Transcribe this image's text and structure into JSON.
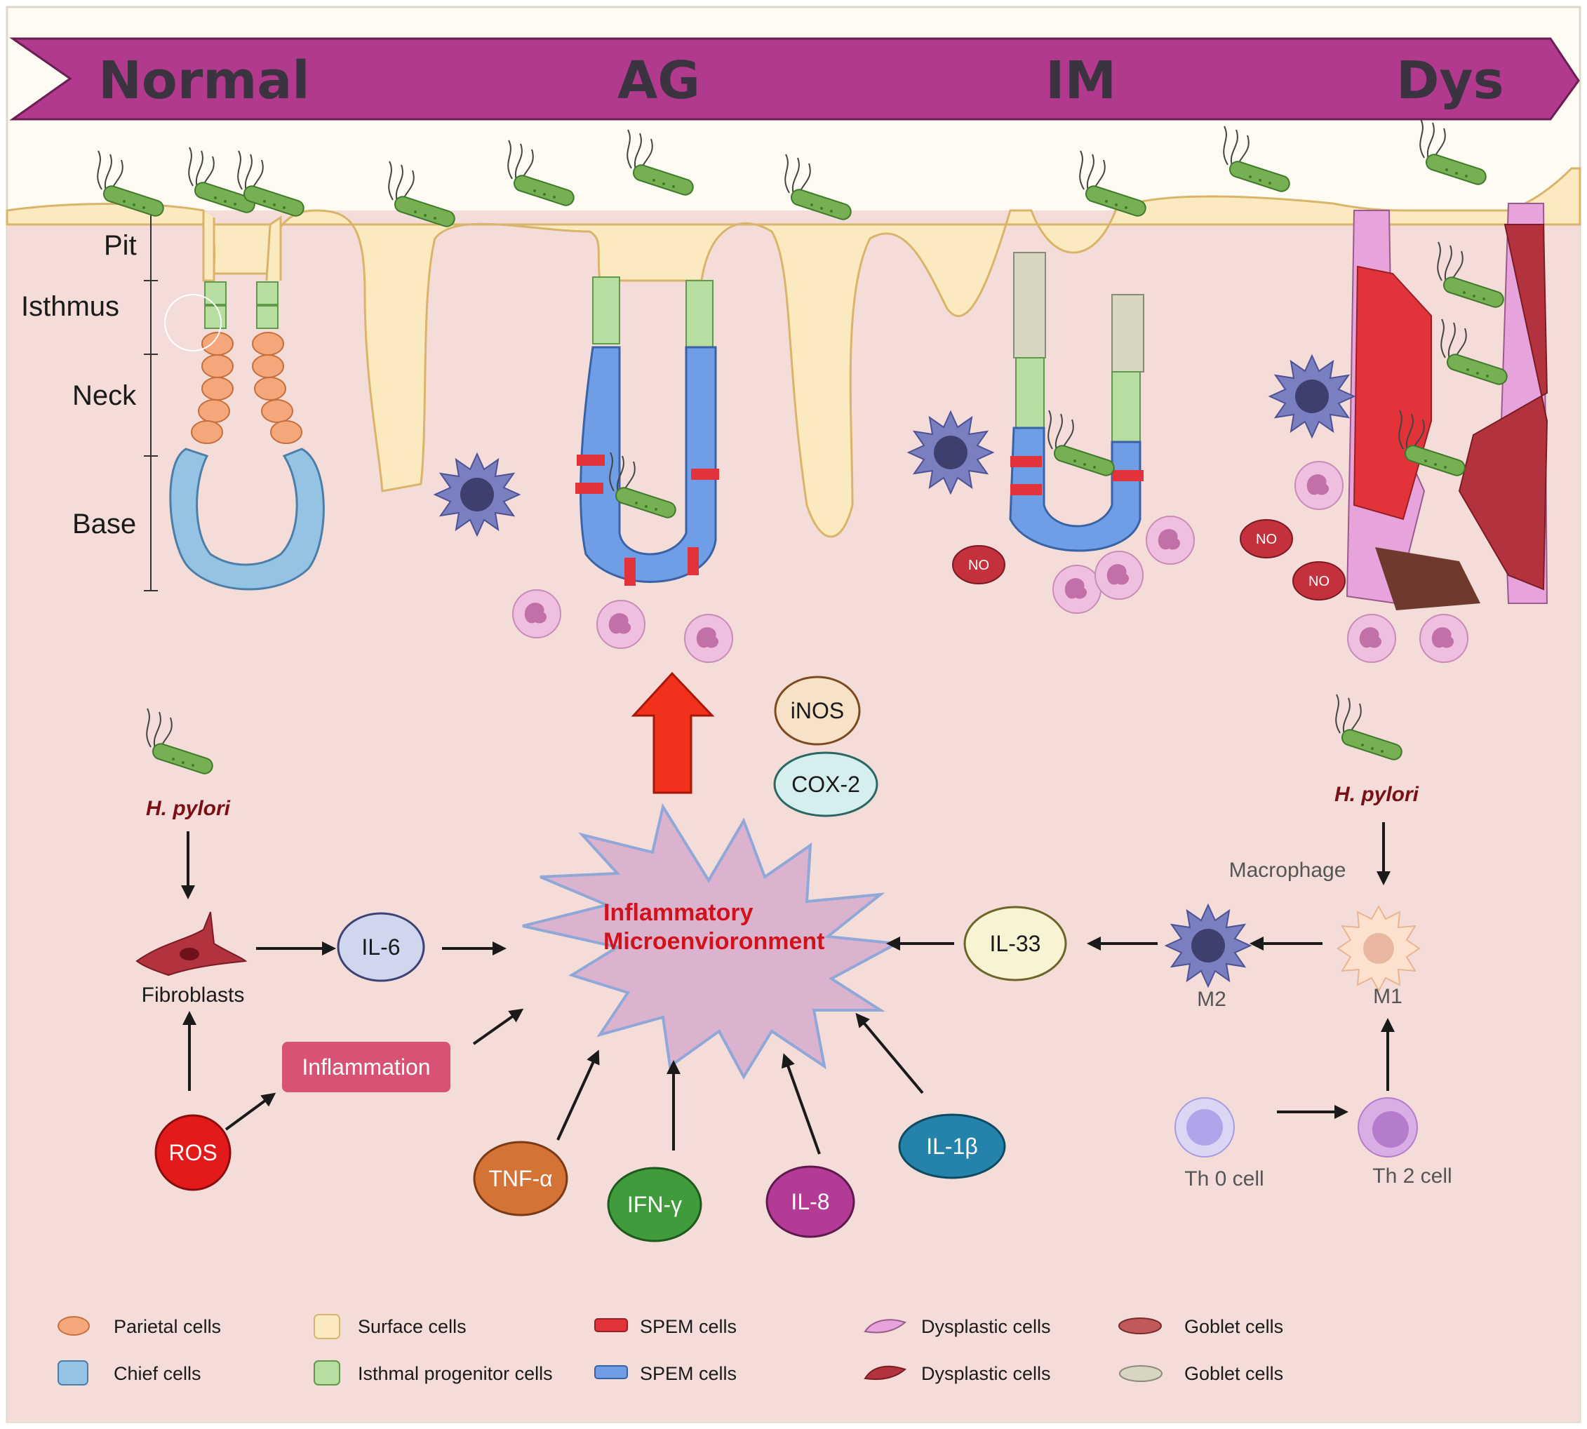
{
  "colors": {
    "banner": "#b23a8e",
    "tissue": "#f4dcd9",
    "lumen": "#fdfbf2",
    "surface_cell": "#fbe9c0",
    "isthmal_cell": "#b7dda0",
    "parietal_cell": "#f3a77a",
    "chief_cell": "#95c3e4",
    "spem_red": "#e2333b",
    "spem_blue": "#6f9ee6",
    "dysplastic_pink": "#e7a4dc",
    "dysplastic_dark": "#b2333d",
    "title_red": "#d0121b",
    "hpylori_label": "#7a1016"
  },
  "stages": {
    "normal": "Normal",
    "ag": "AG",
    "im": "IM",
    "dys": "Dys"
  },
  "gland_regions": {
    "pit": "Pit",
    "isthmus": "Isthmus",
    "neck": "Neck",
    "base": "Base"
  },
  "no_label": "NO",
  "enzymes": {
    "inos": "iNOS",
    "cox2": "COX-2"
  },
  "center": {
    "line1": "Inflammatory",
    "line2": "Microenvioronment"
  },
  "left": {
    "hpylori": "H. pylori",
    "fibroblasts": "Fibroblasts",
    "il6": "IL-6",
    "inflammation": "Inflammation",
    "ros": "ROS"
  },
  "cytokines": {
    "tnf": "TNF-α",
    "ifn": "IFN-γ",
    "il8": "IL-8",
    "il1b": "IL-1β"
  },
  "right": {
    "hpylori": "H. pylori",
    "macrophage": "Macrophage",
    "il33": "IL-33",
    "m2": "M2",
    "m1": "M1",
    "th0": "Th 0 cell",
    "th2": "Th 2 cell"
  },
  "legend": [
    {
      "icon": "parietal-cell-icon",
      "label": "Parietal cells"
    },
    {
      "icon": "surface-cell-icon",
      "label": "Surface cells"
    },
    {
      "icon": "spem-red-cell-icon",
      "label": "SPEM cells"
    },
    {
      "icon": "dysplastic-pink-cell-icon",
      "label": "Dysplastic cells"
    },
    {
      "icon": "goblet-red-cell-icon",
      "label": "Goblet cells"
    },
    {
      "icon": "chief-cell-icon",
      "label": "Chief cells"
    },
    {
      "icon": "isthmal-cell-icon",
      "label": "Isthmal progenitor cells"
    },
    {
      "icon": "spem-blue-cell-icon",
      "label": "SPEM cells"
    },
    {
      "icon": "dysplastic-dark-cell-icon",
      "label": "Dysplastic cells"
    },
    {
      "icon": "goblet-grey-cell-icon",
      "label": "Goblet cells"
    }
  ]
}
